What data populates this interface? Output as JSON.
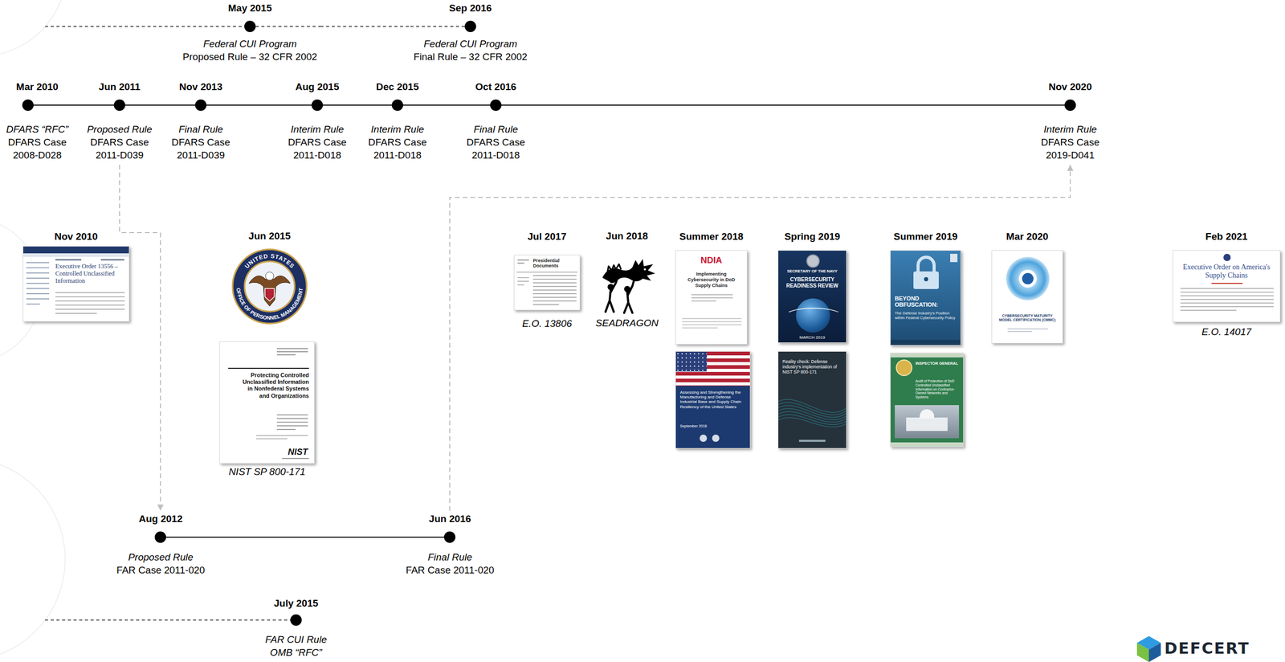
{
  "diagram": {
    "nodes": [
      {
        "text": [
          "May 2015",
          "Federal CUI Program",
          "Proposed Rule – 32 CFR 2002"
        ]
      },
      {
        "text": [
          "Sep 2016",
          "Federal CUI Program",
          "Final Rule – 32 CFR 2002"
        ]
      },
      {
        "text": [
          "Mar 2010",
          "DFARS “RFC”",
          "DFARS Case 2008-D028"
        ]
      },
      {
        "text": [
          "Jun 2011",
          "Proposed Rule",
          "DFARS Case 2011-D039"
        ]
      },
      {
        "text": [
          "Nov 2013",
          "Final Rule",
          "DFARS Case 2011-D039"
        ]
      },
      {
        "text": [
          "Aug 2015",
          "Interim Rule",
          "DFARS Case 2011-D018"
        ]
      },
      {
        "text": [
          "Dec 2015",
          "Interim Rule",
          "DFARS Case 2011-D018"
        ]
      },
      {
        "text": [
          "Oct 2016",
          "Final Rule",
          "DFARS Case 2011-D018"
        ]
      },
      {
        "text": [
          "Nov 2020",
          "Interim Rule",
          "DFARS Case 2019-D041"
        ]
      },
      {
        "text": [
          "Nov 2010",
          "Executive Order 13556 – Controlled Unclassified Information"
        ]
      },
      {
        "text": [
          "Jun 2015",
          "UNITED STATES",
          "OFFICE OF PERSONNEL MANAGEMENT"
        ]
      },
      {
        "text": [
          "Protecting Controlled Unclassified Information in Nonfederal Systems and Organizations",
          "NIST",
          "NIST SP 800-171"
        ]
      },
      {
        "text": [
          "Jul 2017",
          "Presidential Documents",
          "E.O. 13806"
        ]
      },
      {
        "text": [
          "Jun 2018",
          "SEADRAGON"
        ]
      },
      {
        "text": [
          "Summer 2018",
          "NDIA",
          "Implementing Cybersecurity in DoD Supply Chains"
        ]
      },
      {
        "text": [
          "Assessing and Strengthening the Manufacturing and Defense Industrial Base and Supply Chain Resiliency of the United States",
          "September 2018"
        ]
      },
      {
        "text": [
          "Spring 2019",
          "SECRETARY OF THE NAVY",
          "CYBERSECURITY READINESS REVIEW",
          "MARCH 2019"
        ]
      },
      {
        "text": [
          "Reality check: Defense industry's implementation of NIST SP 800-171"
        ]
      },
      {
        "text": [
          "Summer 2019",
          "BEYOND OBFUSCATION:",
          "The Defense Industry's Position within Federal Cybersecurity Policy"
        ]
      },
      {
        "text": [
          "INSPECTOR GENERAL",
          "Audit of Protection of DoD Controlled Unclassified Information on Contractor-Owned Networks and Systems"
        ]
      },
      {
        "text": [
          "Mar 2020",
          "CYBERSECURITY MATURITY MODEL CERTIFICATION (CMMC)"
        ]
      },
      {
        "text": [
          "Feb 2021",
          "Executive Order on America's Supply Chains",
          "E.O. 14017"
        ]
      },
      {
        "text": [
          "Aug 2012",
          "Proposed Rule",
          "FAR Case 2011-020"
        ]
      },
      {
        "text": [
          "Jun 2016",
          "Final Rule",
          "FAR Case 2011-020"
        ]
      },
      {
        "text": [
          "July 2015",
          "FAR CUI Rule OMB “RFC”"
        ]
      }
    ],
    "edges": [
      {
        "from": 0,
        "to": 1,
        "arrow": "none"
      },
      {
        "from": 2,
        "to": 3,
        "arrow": "none"
      },
      {
        "from": 3,
        "to": 4,
        "arrow": "none"
      },
      {
        "from": 4,
        "to": 5,
        "arrow": "none"
      },
      {
        "from": 5,
        "to": 6,
        "arrow": "none"
      },
      {
        "from": 6,
        "to": 7,
        "arrow": "none"
      },
      {
        "from": 7,
        "to": 8,
        "arrow": "none"
      },
      {
        "from": 22,
        "to": 23,
        "arrow": "none"
      },
      {
        "from": 3,
        "to": 22,
        "arrow": "to"
      },
      {
        "from": 23,
        "to": 8,
        "arrow": "to"
      }
    ],
    "labels": [
      "DEFCERT"
    ]
  }
}
